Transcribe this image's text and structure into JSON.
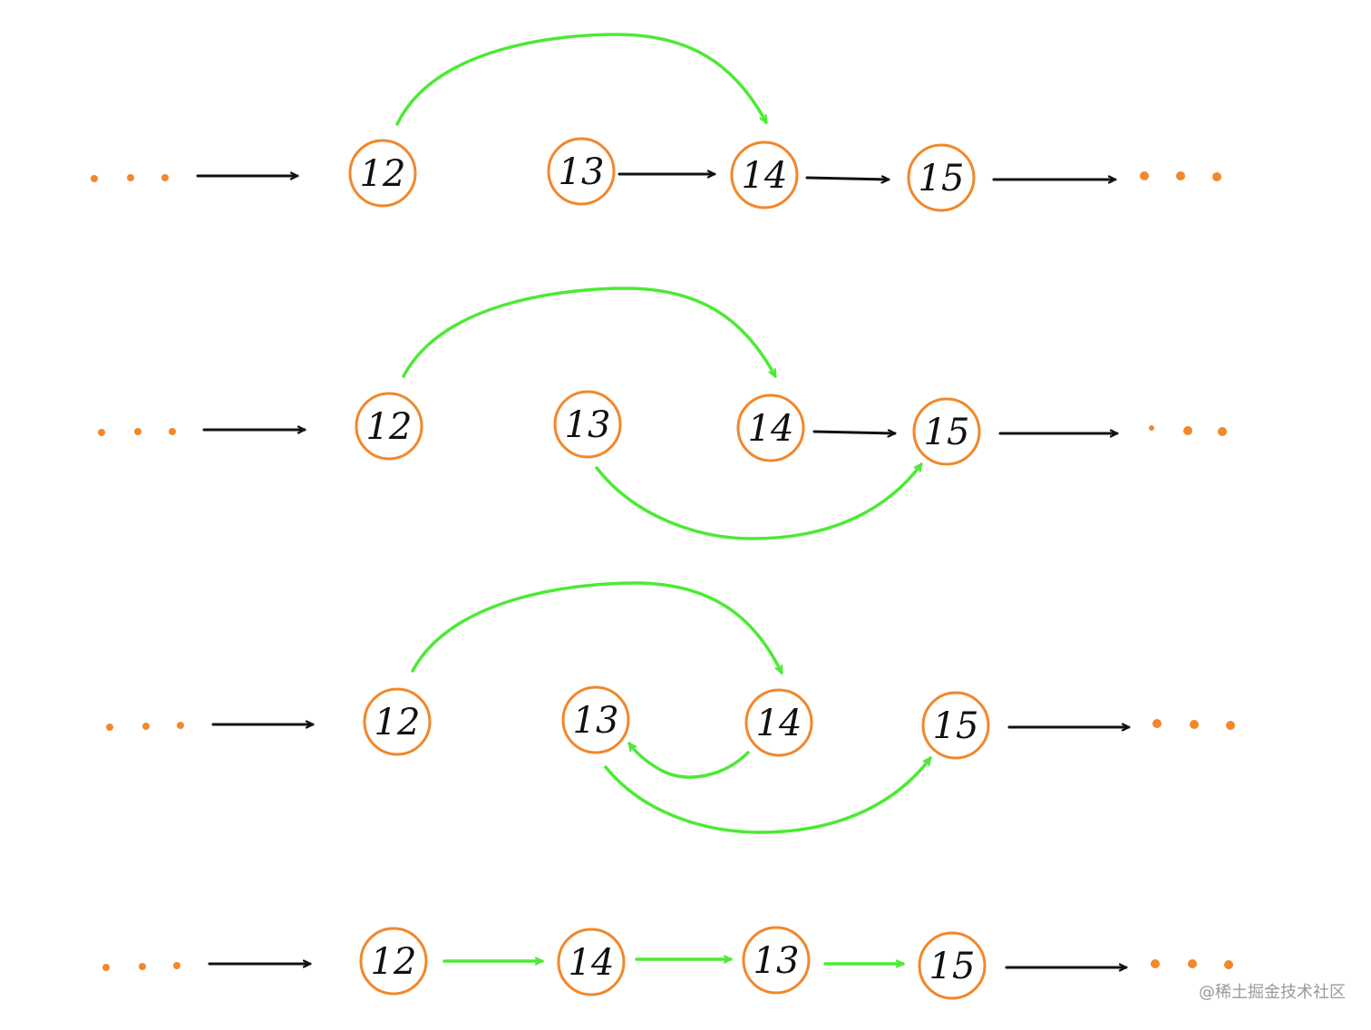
{
  "colors": {
    "node_stroke": "#f2872b",
    "ellipsis": "#f2872b",
    "list_link": "#111111",
    "reorder_link": "#4cea34"
  },
  "rows": [
    {
      "nodes": [
        "12",
        "13",
        "14",
        "15"
      ],
      "black_links": [
        [
          "start",
          "12"
        ],
        [
          "13",
          "14"
        ],
        [
          "14",
          "15"
        ],
        [
          "15",
          "end"
        ]
      ],
      "green_links": [
        [
          "12",
          "14"
        ]
      ]
    },
    {
      "nodes": [
        "12",
        "13",
        "14",
        "15"
      ],
      "black_links": [
        [
          "start",
          "12"
        ],
        [
          "14",
          "15"
        ],
        [
          "15",
          "end"
        ]
      ],
      "green_links": [
        [
          "12",
          "14"
        ],
        [
          "13",
          "15"
        ]
      ]
    },
    {
      "nodes": [
        "12",
        "13",
        "14",
        "15"
      ],
      "black_links": [
        [
          "start",
          "12"
        ],
        [
          "15",
          "end"
        ]
      ],
      "green_links": [
        [
          "12",
          "14"
        ],
        [
          "14",
          "13"
        ],
        [
          "13",
          "15"
        ]
      ]
    },
    {
      "nodes": [
        "12",
        "14",
        "13",
        "15"
      ],
      "black_links": [
        [
          "start",
          "12"
        ],
        [
          "15",
          "end"
        ]
      ],
      "green_links": [
        [
          "12",
          "14"
        ],
        [
          "14",
          "13"
        ],
        [
          "13",
          "15"
        ]
      ]
    }
  ],
  "watermark": "@稀土掘金技术社区"
}
